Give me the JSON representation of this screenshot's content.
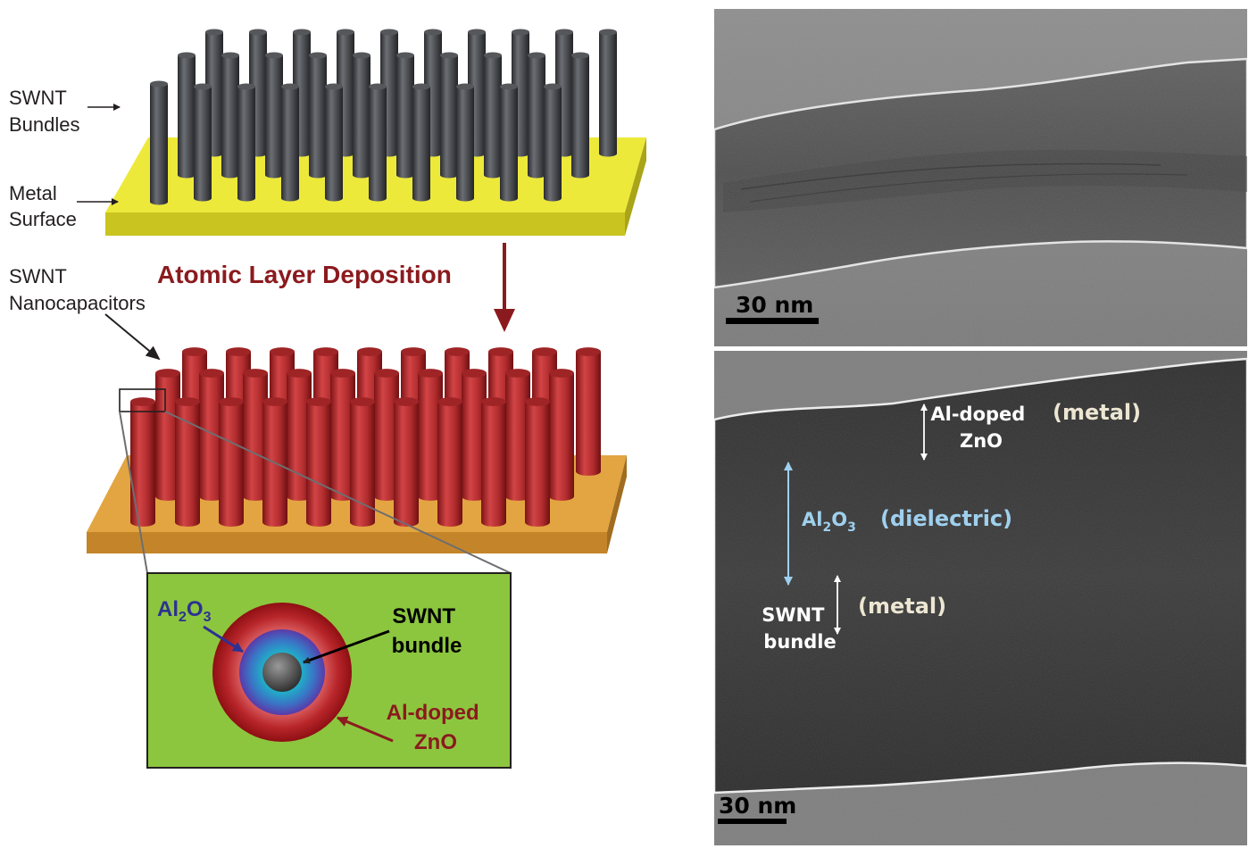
{
  "schematic": {
    "label_swnt_bundles": [
      "SWNT",
      "Bundles"
    ],
    "label_metal_surface": [
      "Metal",
      "Surface"
    ],
    "label_swnt_nanocapacitors": [
      "SWNT",
      "Nanocapacitors"
    ],
    "process_title": "Atomic Layer Deposition",
    "inset": {
      "al2o3": {
        "base": "Al",
        "sub1": "2",
        "mid": "O",
        "sub2": "3"
      },
      "swnt_bundle": [
        "SWNT",
        "bundle"
      ],
      "al_doped_zno": [
        "Al-doped",
        "ZnO"
      ]
    }
  },
  "tem_top": {
    "scale_bar": "30 nm"
  },
  "tem_bottom": {
    "scale_bar": "30 nm",
    "al_doped_zno": [
      "Al-doped",
      "ZnO"
    ],
    "metal_top": "(metal)",
    "al2o3": {
      "base": "Al",
      "sub1": "2",
      "mid": "O",
      "sub2": "3"
    },
    "dielectric": "(dielectric)",
    "swnt_bundle": [
      "SWNT",
      "bundle"
    ],
    "metal_bottom": "(metal)"
  },
  "colors": {
    "bundle_gray": "#4a4c50",
    "capacitor_red": "#b62f31",
    "metal_yellow": "#ede93a",
    "substrate_orange": "#e3a541",
    "inset_green": "#8cc63f",
    "process_red": "#8b1a1e",
    "dielectric_blue": "#9fd0ee"
  }
}
